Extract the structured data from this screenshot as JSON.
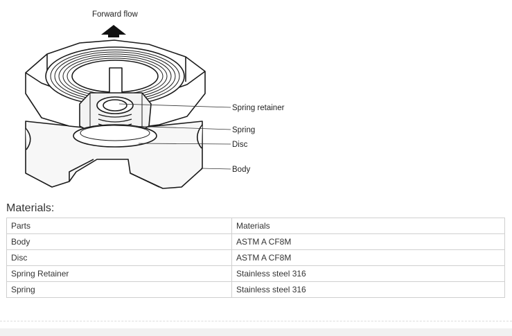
{
  "diagram": {
    "flow_label": "Forward flow",
    "labels": {
      "spring_retainer": "Spring retainer",
      "spring": "Spring",
      "disc": "Disc",
      "body": "Body"
    }
  },
  "materials": {
    "heading": "Materials:",
    "rows": [
      [
        "Parts",
        "Materials"
      ],
      [
        "Body",
        "ASTM A CF8M"
      ],
      [
        "Disc",
        "ASTM A CF8M"
      ],
      [
        "Spring Retainer",
        "Stainless steel 316"
      ],
      [
        "Spring",
        "Stainless steel 316"
      ]
    ]
  }
}
